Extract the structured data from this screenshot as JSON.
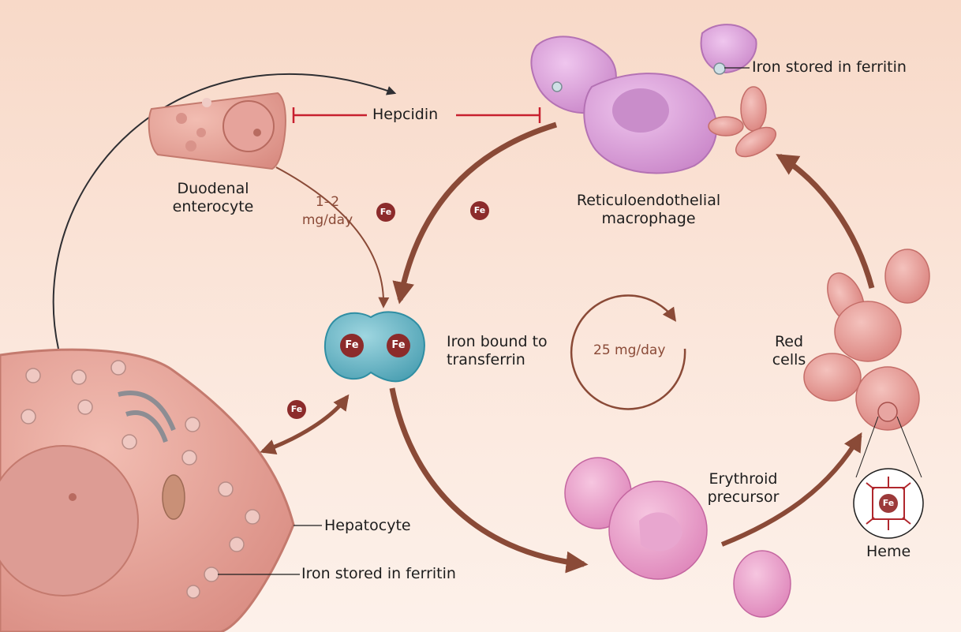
{
  "labels": {
    "hepcidin": "Hepcidin",
    "duodenal_enterocyte": "Duodenal enterocyte",
    "absorption_rate": "1–2 mg/day",
    "reticuloendothelial_macrophage": "Reticuloendothelial macrophage",
    "iron_stored_in_ferritin_top": "Iron stored in ferritin",
    "iron_bound_to_transferrin": "Iron bound to transferrin",
    "cycle_rate": "25 mg/day",
    "red_cells": "Red cells",
    "erythroid_precursor": "Erythroid precursor",
    "heme": "Heme",
    "hepatocyte": "Hepatocyte",
    "iron_stored_in_ferritin_bottom": "Iron stored in ferritin"
  },
  "fe_badge": "Fe",
  "colors": {
    "background": "#f8d9c8",
    "flow_arrow": "#8a4a37",
    "inhibition": "#c8202f",
    "iron_badge": "#8c2b2b",
    "transferrin": "#5fb3c4",
    "macrophage": "#d79fd6",
    "red_cell": "#e3908c",
    "erythroid_precursor": "#e69ac5",
    "hepatocyte": "#e8a49a"
  }
}
